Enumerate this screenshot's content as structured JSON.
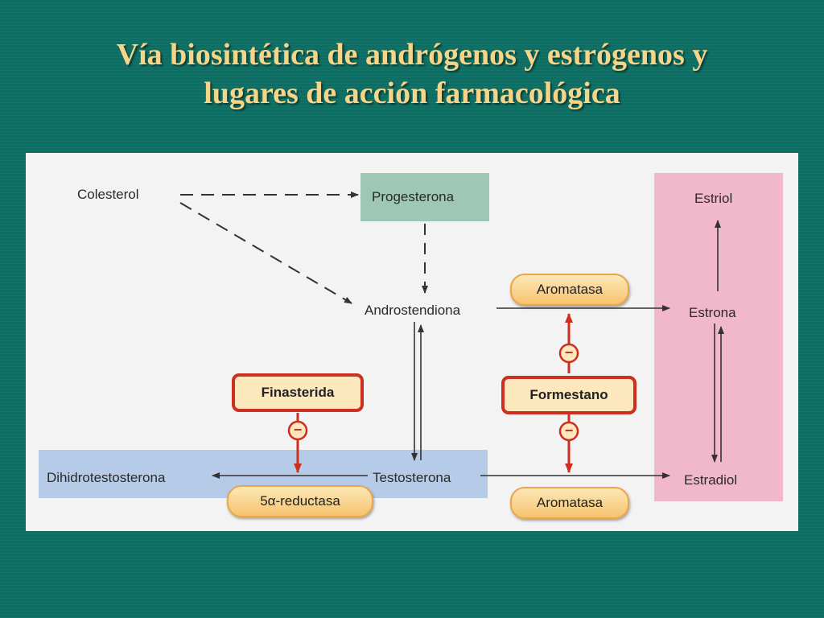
{
  "slide": {
    "title_line1": "Vía biosintética de andrógenos y estrógenos y",
    "title_line2": "lugares de acción farmacológica"
  },
  "diagram": {
    "nodes": {
      "colesterol": "Colesterol",
      "progesterona": "Progesterona",
      "androstendiona": "Androstendiona",
      "testosterona": "Testosterona",
      "dihidrotestosterona": "Dihidrotestosterona",
      "estriol": "Estriol",
      "estrona": "Estrona",
      "estradiol": "Estradiol"
    },
    "enzymes": {
      "aromatasa_top": "Aromatasa",
      "aromatasa_bottom": "Aromatasa",
      "reductasa": "5α-reductasa"
    },
    "drugs": {
      "finasterida": "Finasterida",
      "formestano": "Formestano"
    },
    "inhibition_symbol": "−",
    "colors": {
      "background": "#0f6e63",
      "title": "#f5d58a",
      "progesterona_band": "#9fc7b6",
      "estrogen_band": "#f1b8cb",
      "androgen_band": "#b6cbe8",
      "drug_border": "#cc2f20",
      "enzyme_fill": "#f6c46f"
    }
  }
}
